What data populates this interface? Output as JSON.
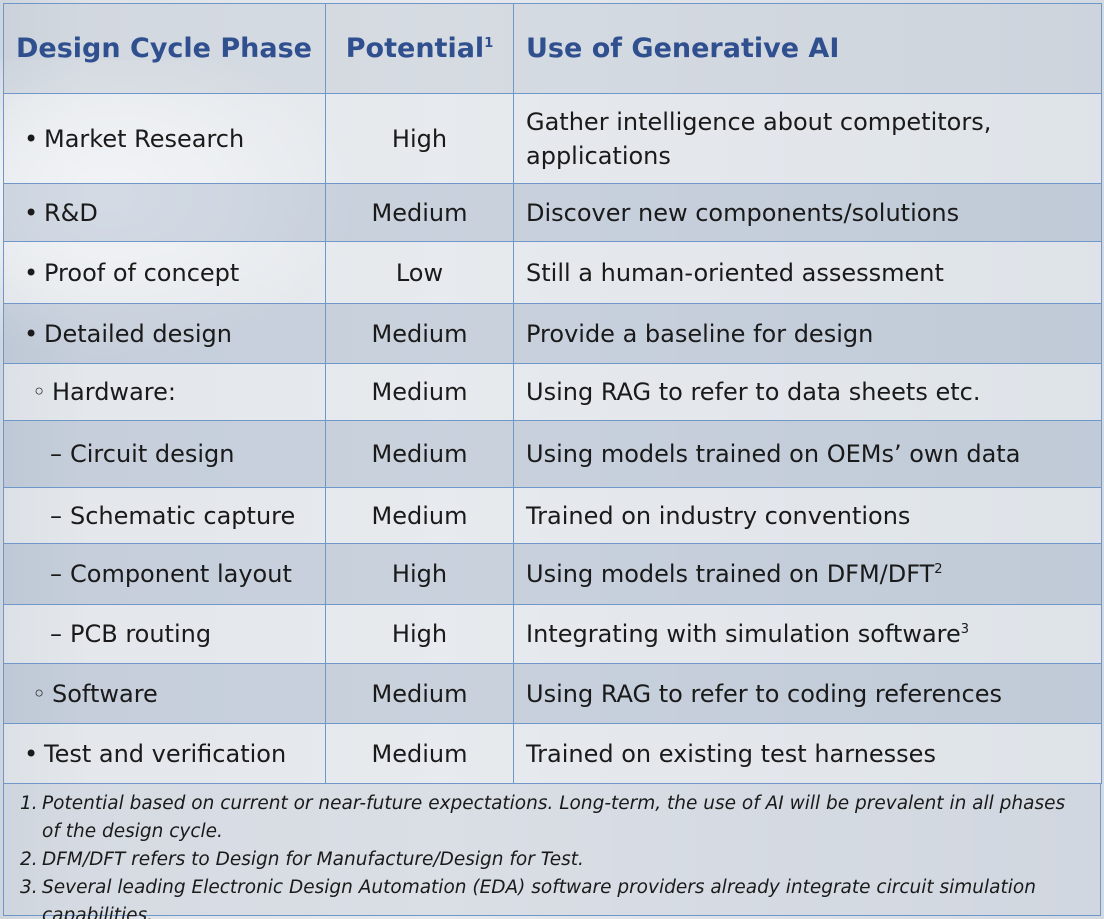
{
  "header": {
    "phase": "Design Cycle Phase",
    "potential": "Potential",
    "potential_sup": "1",
    "use": "Use of Generative AI"
  },
  "rows": [
    {
      "bullet": "•",
      "phase": "Market Research",
      "potential": "High",
      "use": "Gather intelligence about competitors, applications",
      "use_sup": ""
    },
    {
      "bullet": "•",
      "phase": "R&D",
      "potential": "Medium",
      "use": "Discover new components/solutions",
      "use_sup": ""
    },
    {
      "bullet": "•",
      "phase": "Proof of concept",
      "potential": "Low",
      "use": "Still a human-oriented assessment",
      "use_sup": ""
    },
    {
      "bullet": "•",
      "phase": "Detailed design",
      "potential": "Medium",
      "use": "Provide a baseline for design",
      "use_sup": ""
    },
    {
      "bullet": "◦",
      "phase": "Hardware:",
      "potential": "Medium",
      "use": "Using RAG to refer to data sheets etc.",
      "use_sup": ""
    },
    {
      "bullet": "–",
      "phase": "Circuit design",
      "potential": "Medium",
      "use": "Using models trained on OEMs’ own data",
      "use_sup": ""
    },
    {
      "bullet": "–",
      "phase": "Schematic capture",
      "potential": "Medium",
      "use": "Trained on industry conventions",
      "use_sup": ""
    },
    {
      "bullet": "–",
      "phase": "Component layout",
      "potential": "High",
      "use": "Using models trained on DFM/DFT",
      "use_sup": "2"
    },
    {
      "bullet": "–",
      "phase": "PCB routing",
      "potential": "High",
      "use": "Integrating with simulation software",
      "use_sup": "3"
    },
    {
      "bullet": "◦",
      "phase": "Software",
      "potential": "Medium",
      "use": "Using RAG to refer to coding references",
      "use_sup": ""
    },
    {
      "bullet": "•",
      "phase": "Test and verification",
      "potential": "Medium",
      "use": "Trained on existing test harnesses",
      "use_sup": ""
    }
  ],
  "footnotes": [
    {
      "num": "1.",
      "text": "Potential based on current or near-future expectations. Long-term, the use of AI will be prevalent in all phases of the design cycle."
    },
    {
      "num": "2.",
      "text": "DFM/DFT refers to Design for Manufacture/Design for Test."
    },
    {
      "num": "3.",
      "text": "Several leading Electronic Design Automation (EDA) software providers already integrate circuit simulation capabilities."
    }
  ]
}
